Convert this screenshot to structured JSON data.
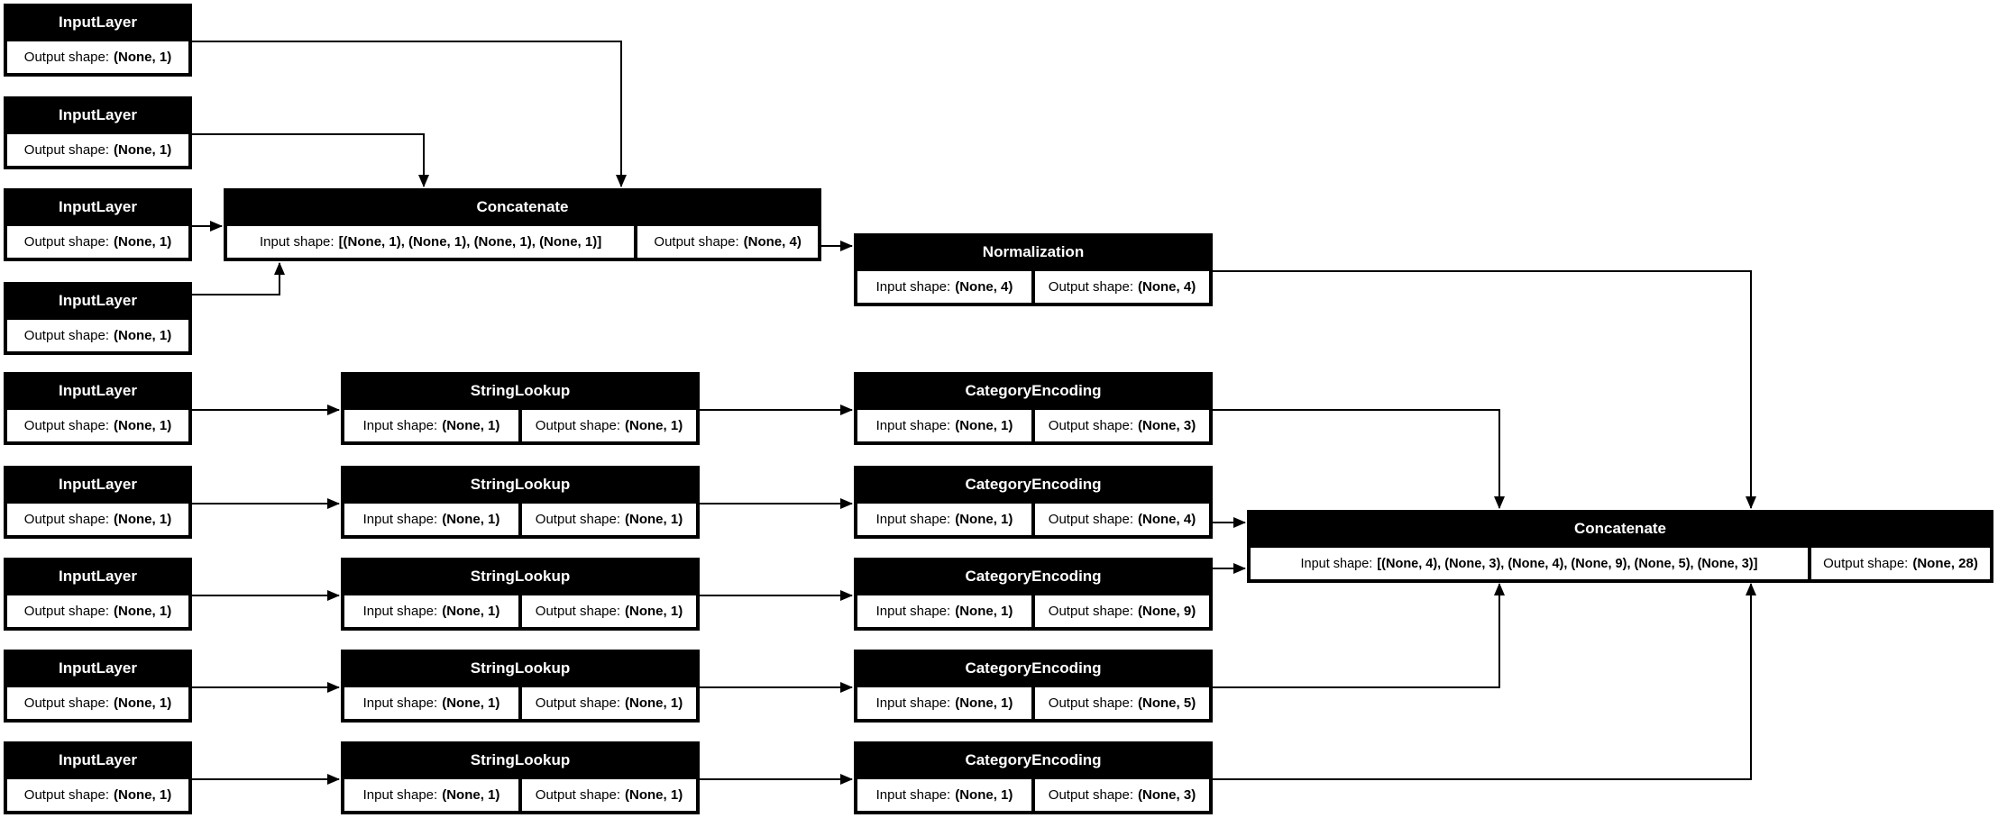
{
  "labels": {
    "input_shape": "Input shape:",
    "output_shape": "Output shape:"
  },
  "nodes": {
    "input_layer": {
      "title": "InputLayer",
      "output_shape": "(None, 1)"
    },
    "concatenate_1": {
      "title": "Concatenate",
      "input_shape": "[(None, 1), (None, 1), (None, 1), (None, 1)]",
      "output_shape": "(None, 4)"
    },
    "normalization": {
      "title": "Normalization",
      "input_shape": "(None, 4)",
      "output_shape": "(None, 4)"
    },
    "string_lookup": {
      "title": "StringLookup",
      "input_shape": "(None, 1)",
      "output_shape": "(None, 1)"
    },
    "category_encoding": {
      "title": "CategoryEncoding",
      "input_shape": "(None, 1)",
      "output_shapes": [
        "(None, 3)",
        "(None, 4)",
        "(None, 9)",
        "(None, 5)",
        "(None, 3)"
      ]
    },
    "concatenate_2": {
      "title": "Concatenate",
      "input_shape": "[(None, 4), (None, 3), (None, 4), (None, 9), (None, 5), (None, 3)]",
      "output_shape": "(None, 28)"
    }
  },
  "edges": [
    {
      "from": "InputLayer 1",
      "to": "Concatenate 1"
    },
    {
      "from": "InputLayer 2",
      "to": "Concatenate 1"
    },
    {
      "from": "InputLayer 3",
      "to": "Concatenate 1"
    },
    {
      "from": "InputLayer 4",
      "to": "Concatenate 1"
    },
    {
      "from": "Concatenate 1",
      "to": "Normalization"
    },
    {
      "from": "Normalization",
      "to": "Concatenate 2"
    },
    {
      "from": "InputLayer 5",
      "to": "StringLookup 1"
    },
    {
      "from": "InputLayer 6",
      "to": "StringLookup 2"
    },
    {
      "from": "InputLayer 7",
      "to": "StringLookup 3"
    },
    {
      "from": "InputLayer 8",
      "to": "StringLookup 4"
    },
    {
      "from": "InputLayer 9",
      "to": "StringLookup 5"
    },
    {
      "from": "StringLookup 1",
      "to": "CategoryEncoding 1"
    },
    {
      "from": "StringLookup 2",
      "to": "CategoryEncoding 2"
    },
    {
      "from": "StringLookup 3",
      "to": "CategoryEncoding 3"
    },
    {
      "from": "StringLookup 4",
      "to": "CategoryEncoding 4"
    },
    {
      "from": "StringLookup 5",
      "to": "CategoryEncoding 5"
    },
    {
      "from": "CategoryEncoding 1",
      "to": "Concatenate 2"
    },
    {
      "from": "CategoryEncoding 2",
      "to": "Concatenate 2"
    },
    {
      "from": "CategoryEncoding 3",
      "to": "Concatenate 2"
    },
    {
      "from": "CategoryEncoding 4",
      "to": "Concatenate 2"
    },
    {
      "from": "CategoryEncoding 5",
      "to": "Concatenate 2"
    }
  ],
  "colors": {
    "node_fill": "#000000",
    "node_text": "#ffffff",
    "cell_fill": "#ffffff",
    "cell_text": "#000000",
    "edge": "#000000",
    "background": "#ffffff"
  }
}
